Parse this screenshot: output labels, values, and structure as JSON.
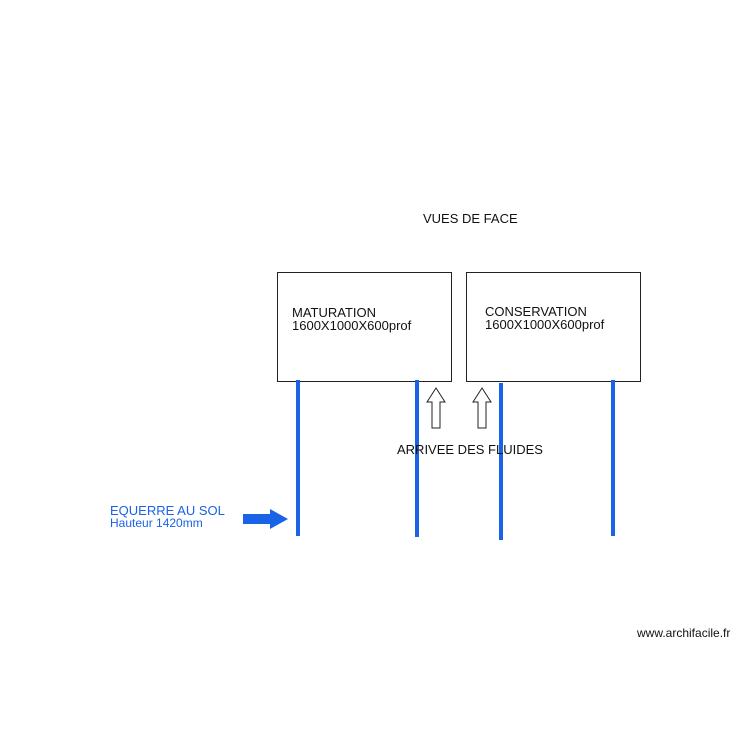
{
  "diagram": {
    "title": "VUES DE FACE",
    "units": [
      {
        "name": "MATURATION",
        "dimensions": "1600X1000X600prof"
      },
      {
        "name": "CONSERVATION",
        "dimensions": "1600X1000X600prof"
      }
    ],
    "fluid_arrival_label": "ARRIVEE DES FLUIDES",
    "floor_bracket": {
      "label": "EQUERRE AU SOL",
      "height_label": "Hauteur 1420mm"
    },
    "watermark": "www.archifacile.fr",
    "colors": {
      "leg": "#1a63e6",
      "callout_text": "#1a63e6",
      "outline": "#222222"
    },
    "icons": [
      "up-arrow-icon",
      "right-arrow-icon"
    ]
  }
}
